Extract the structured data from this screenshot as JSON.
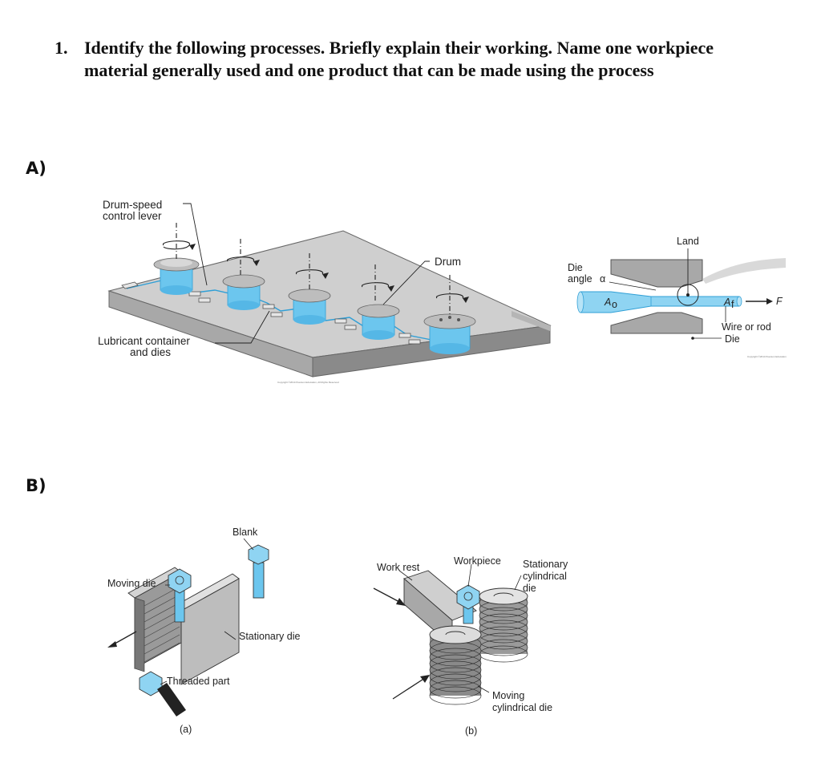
{
  "question": {
    "number": "1.",
    "text": "Identify the following processes. Briefly explain their working. Name one workpiece material generally used and one product that can be made using the process"
  },
  "section_a": {
    "label": "A)",
    "drawing_fig": {
      "drum_speed_label_line1": "Drum-speed",
      "drum_speed_label_line2": "control lever",
      "drum_label": "Drum",
      "lubricant_label_line1": "Lubricant container",
      "lubricant_label_line2": "and dies",
      "copyright": "Copyright ©2014 Pearson Education, All Rights Reserved"
    },
    "die_fig": {
      "land_label": "Land",
      "die_angle_line1": "Die",
      "die_angle_line2": "angle",
      "alpha": "α",
      "ao_label": "A",
      "ao_sub": "o",
      "af_label": "A",
      "af_sub": "f",
      "force_label": "F",
      "wire_label": "Wire or rod",
      "die_label": "Die",
      "copyright": "Copyright ©2014 Pearson Education"
    }
  },
  "section_b": {
    "label": "B)",
    "fig_a": {
      "blank_label": "Blank",
      "moving_die_label": "Moving die",
      "stationary_die_label": "Stationary die",
      "threaded_part_label": "Threaded part",
      "caption": "(a)"
    },
    "fig_b": {
      "work_rest_label": "Work rest",
      "workpiece_label": "Workpiece",
      "stationary_die_line1": "Stationary",
      "stationary_die_line2": "cylindrical",
      "stationary_die_line3": "die",
      "moving_die_line1": "Moving",
      "moving_die_line2": "cylindrical die",
      "caption": "(b)"
    }
  },
  "colors": {
    "metal_light": "#c8c8c8",
    "metal_mid": "#a8a8a8",
    "metal_dark": "#7a7a7a",
    "wire_blue": "#6cc6ee",
    "wire_blue_dark": "#2f9fd6"
  }
}
